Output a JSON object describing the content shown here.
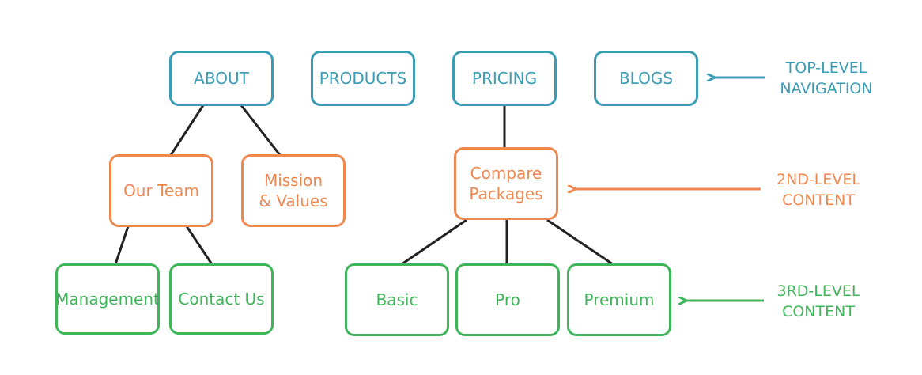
{
  "colors": {
    "top_level": "#3a9cb5",
    "second_level": "#f0874f",
    "third_level": "#3fb55a",
    "connector": "#222222"
  },
  "top_level": {
    "about": "ABOUT",
    "products": "PRODUCTS",
    "pricing": "PRICING",
    "blogs": "BLOGS"
  },
  "second_level": {
    "our_team": "Our Team",
    "mission_line1": "Mission",
    "mission_line2": "& Values",
    "compare_line1": "Compare",
    "compare_line2": "Packages"
  },
  "third_level": {
    "management": "Management",
    "contact_us": "Contact Us",
    "basic": "Basic",
    "pro": "Pro",
    "premium": "Premium"
  },
  "legend": {
    "top_line1": "TOP-LEVEL",
    "top_line2": "NAVIGATION",
    "second_line1": "2ND-LEVEL",
    "second_line2": "CONTENT",
    "third_line1": "3RD-LEVEL",
    "third_line2": "CONTENT"
  }
}
